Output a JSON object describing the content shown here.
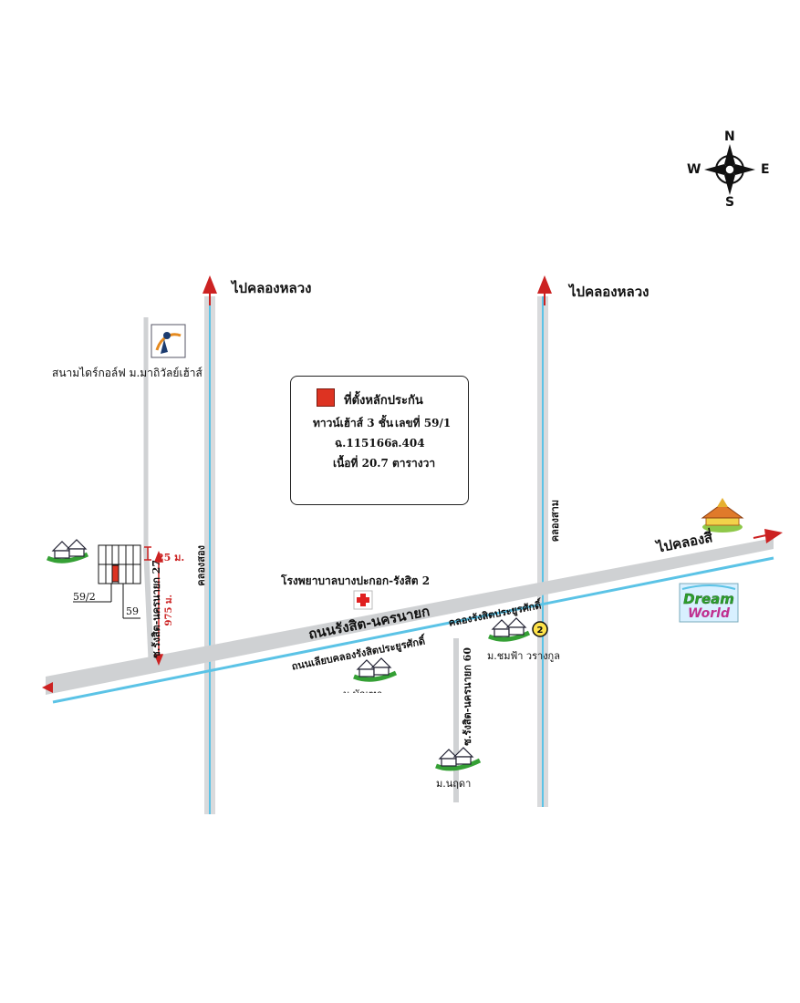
{
  "compass": {
    "north": "N",
    "south": "S",
    "east": "E",
    "west": "W"
  },
  "roads": {
    "to_khlong_luang_left": "ไปคลองหลวง",
    "to_khlong_luang_right": "ไปคลองหลวง",
    "to_khlong_si": "ไปคลองสี่",
    "main_road": "ถนนรังสิต-นครนายก",
    "frontage_road": "ถนนเลียบคลองรังสิตประยูรศักดิ์",
    "canal_rangsit": "คลองรังสิตประยูรศักดิ์",
    "khlong_song": "คลองสอง",
    "khlong_sam": "คลองสาม",
    "soi_27": "ซ.รังสิต-นครนายก 27",
    "soi_60": "ซ.รังสิต-นครนายก 60"
  },
  "places": {
    "golf": "สนามไดร์กอล์ฟ ม.มาถิวัลย์เฮ้าส์",
    "hospital": "โรงพยาบาลบางปะกอก-รังสิต 2",
    "chomfa": "ม.ชมฟ้า วรางกูล",
    "bottom_village_1": "ม.นฤดา",
    "bottom_village_2": "ม.บัณฑา",
    "dream_world_1": "Dream",
    "dream_world_2": "World",
    "route_badge": "2"
  },
  "legend": {
    "title": "ที่ตั้งหลักประกัน",
    "line1a": "ทาวน์เฮ้าส์ 3 ชั้น",
    "line1b": "เลขที่  59/1",
    "line2a": "ฉ.115166",
    "line2b": "ล.404",
    "line3": "เนื้อที่ 20.7 ตารางวา"
  },
  "plots": {
    "plot_59_2": "59/2",
    "plot_59": "59"
  },
  "distances": {
    "d25": "25 ม.",
    "d975": "975 ม."
  },
  "colors": {
    "road": "#d4d6d8",
    "canal": "#5bc3e6",
    "arrow": "#cc2222",
    "target": "#dd3322",
    "hospital_cross": "#e02020"
  }
}
